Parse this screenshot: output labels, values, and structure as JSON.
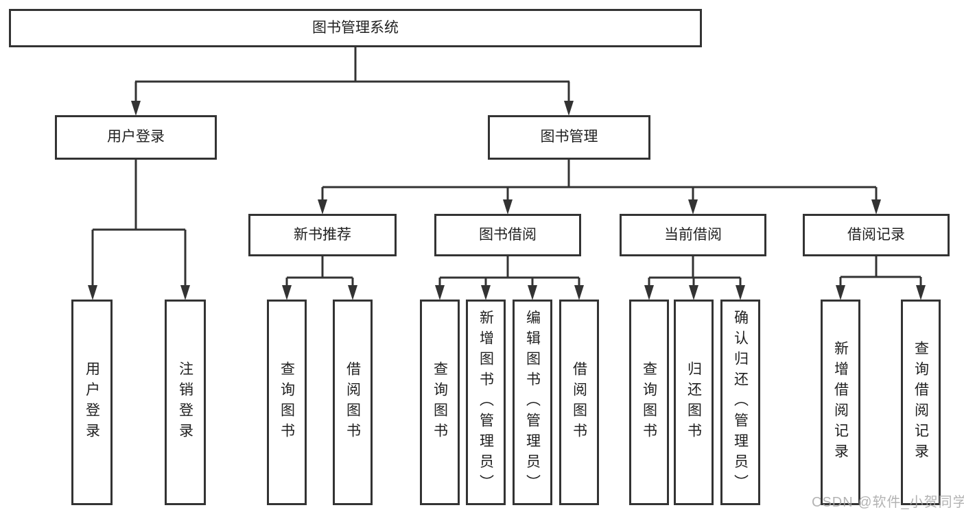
{
  "tree": {
    "label": "图书管理系统",
    "children": [
      {
        "label": "用户登录",
        "children": [
          {
            "label": "用户登录"
          },
          {
            "label": "注销登录"
          }
        ]
      },
      {
        "label": "图书管理",
        "children": [
          {
            "label": "新书推荐",
            "children": [
              {
                "label": "查询图书"
              },
              {
                "label": "借阅图书"
              }
            ]
          },
          {
            "label": "图书借阅",
            "children": [
              {
                "label": "查询图书"
              },
              {
                "label": "新增图书（管理员）"
              },
              {
                "label": "编辑图书（管理员）"
              },
              {
                "label": "借阅图书"
              }
            ]
          },
          {
            "label": "当前借阅",
            "children": [
              {
                "label": "查询图书"
              },
              {
                "label": "归还图书"
              },
              {
                "label": "确认归还（管理员）"
              }
            ]
          },
          {
            "label": "借阅记录",
            "children": [
              {
                "label": "新增借阅记录"
              },
              {
                "label": "查询借阅记录"
              }
            ]
          }
        ]
      }
    ]
  },
  "watermark": {
    "text": "CSDN @软件_小贺同学"
  },
  "colors": {
    "line": "#333333",
    "box_border": "#333333",
    "box_fill": "#ffffff",
    "text": "#1f1f1f",
    "watermark": "#a6a6a6",
    "background": "#ffffff"
  }
}
